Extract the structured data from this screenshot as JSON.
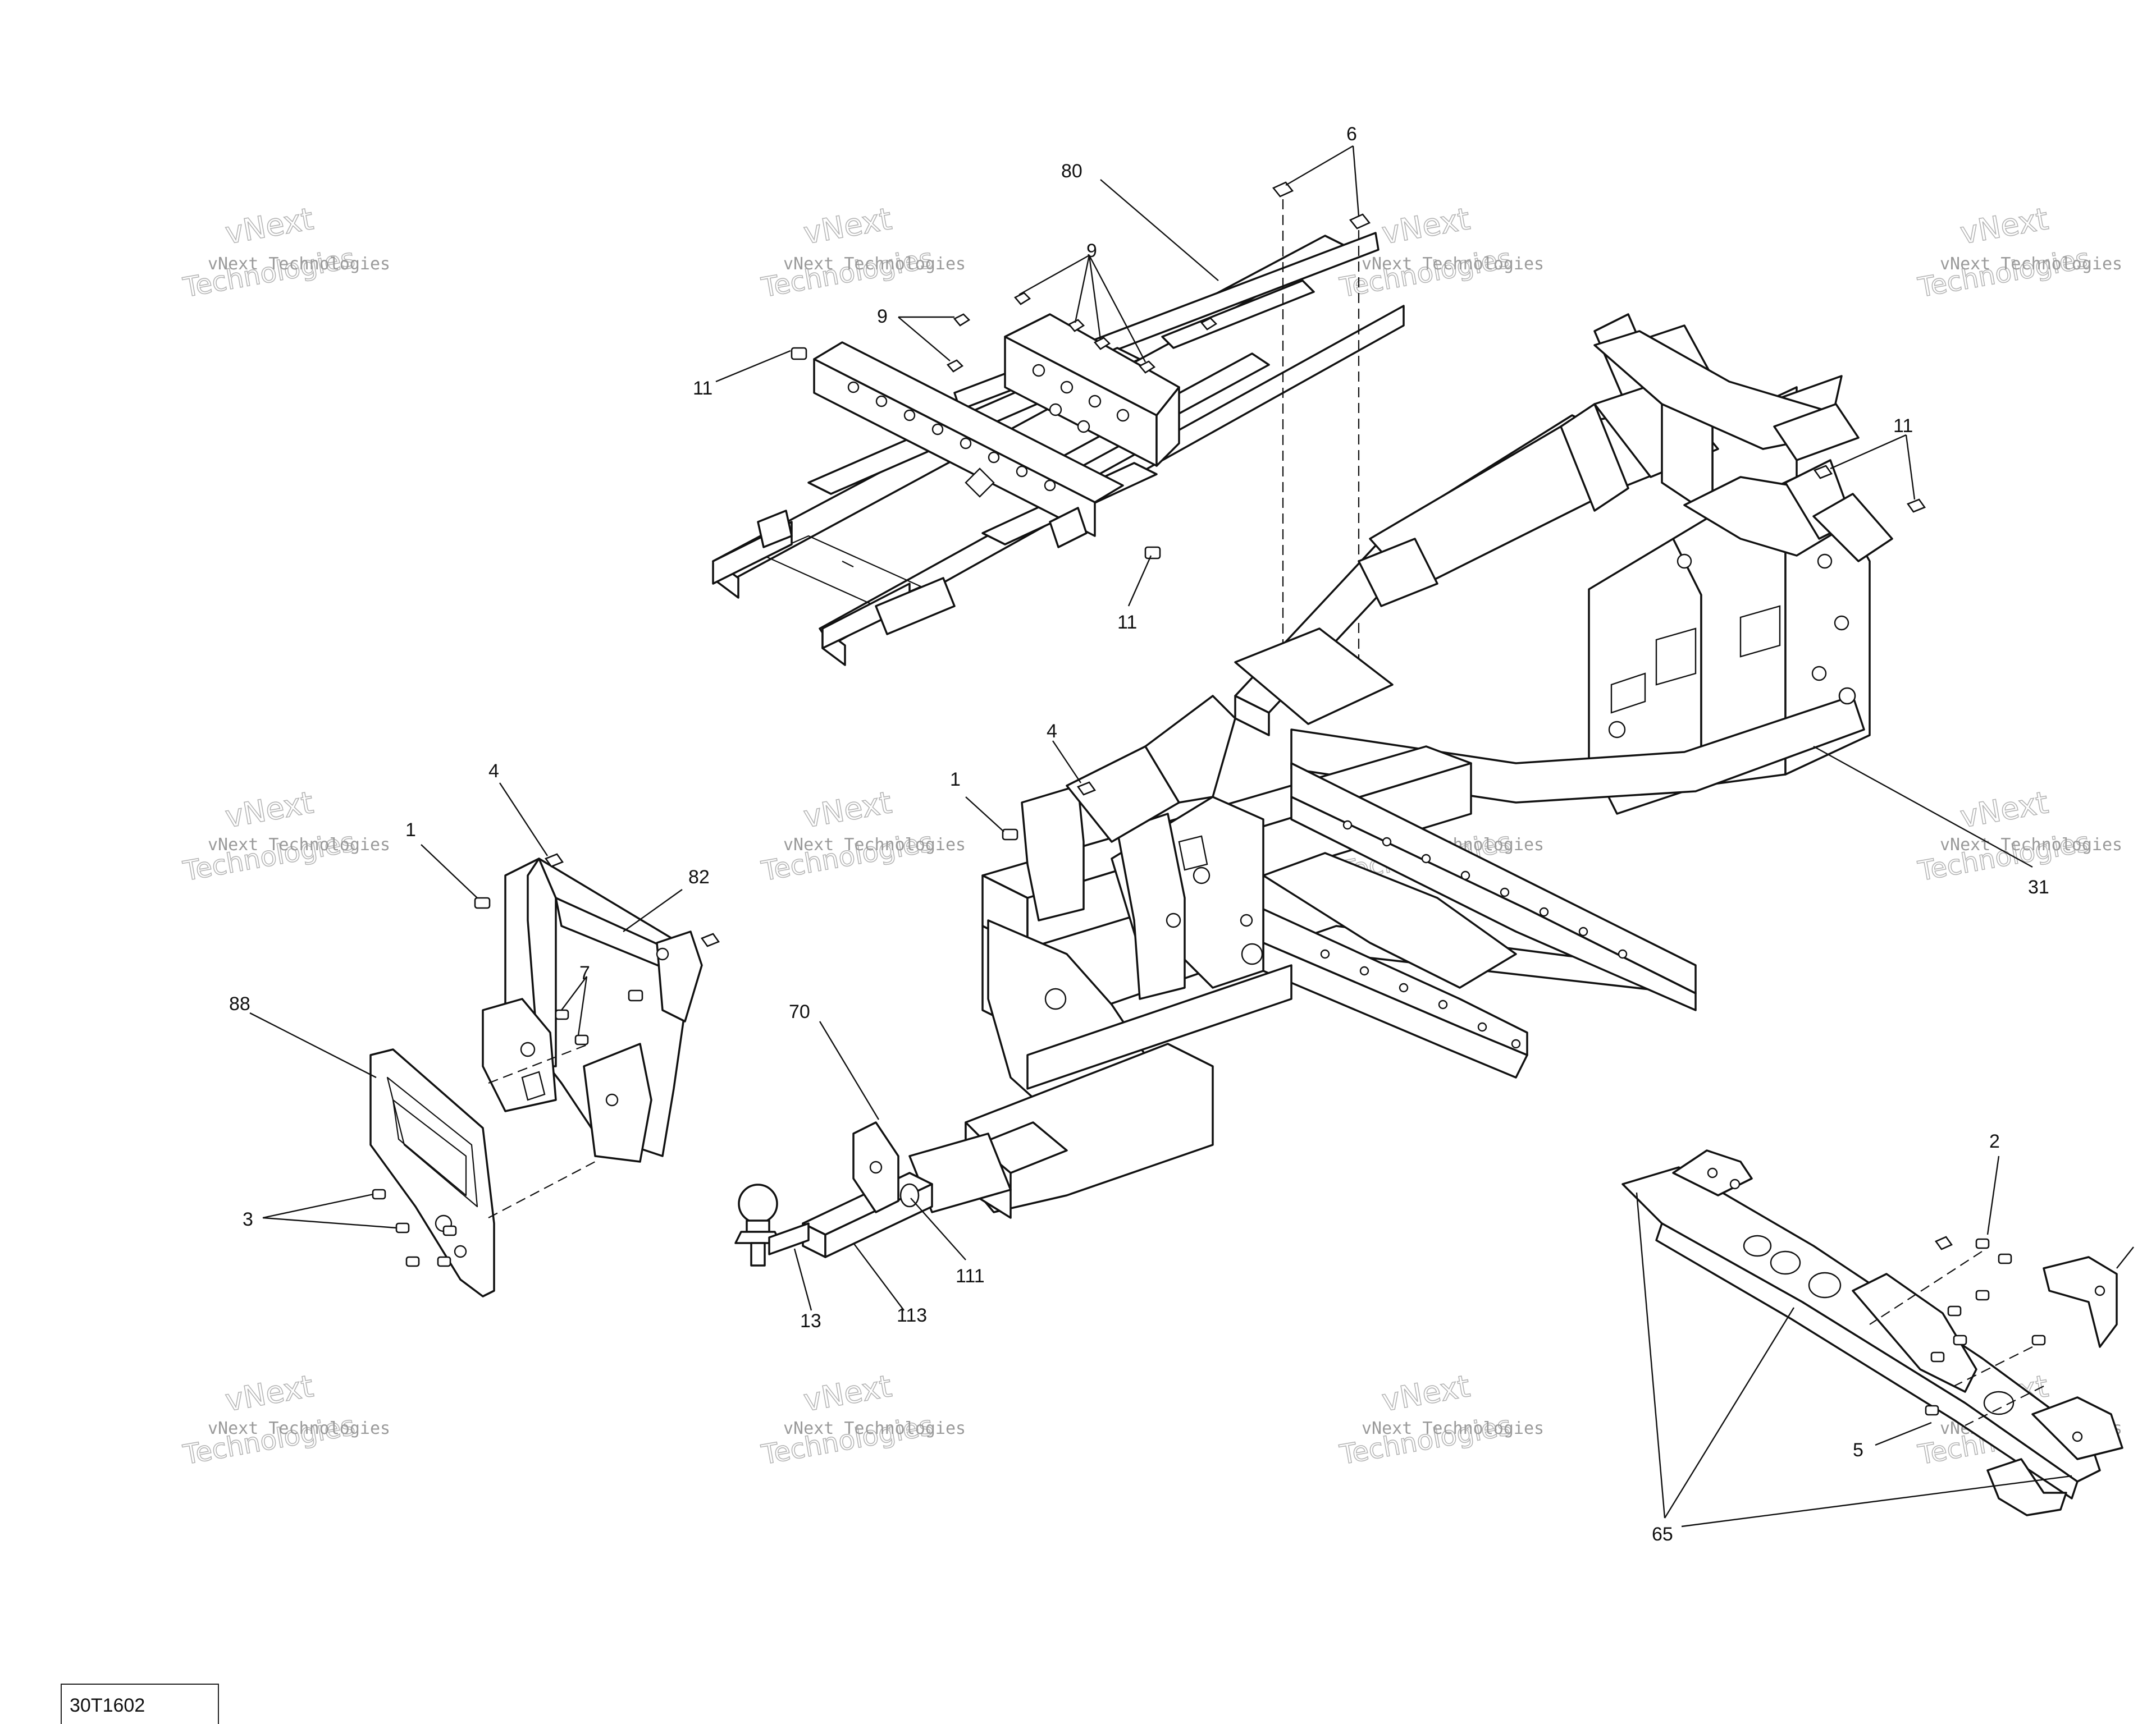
{
  "figure_id": "30T1602",
  "watermark": {
    "line1": "vNext",
    "line2": "Technologies",
    "line3": "vNext Technologies"
  },
  "callouts": {
    "c6": "6",
    "c80": "80",
    "c9a": "9",
    "c9b": "9",
    "c11a": "11",
    "c11b": "11",
    "c11c": "11",
    "c4a": "4",
    "c1a": "1",
    "c82": "82",
    "c7": "7",
    "c88": "88",
    "c3": "3",
    "c1b": "1",
    "c4b": "4",
    "c70": "70",
    "c111": "111",
    "c113": "113",
    "c13": "13",
    "c31": "31",
    "c2": "2",
    "c5": "5",
    "c65": "65"
  }
}
